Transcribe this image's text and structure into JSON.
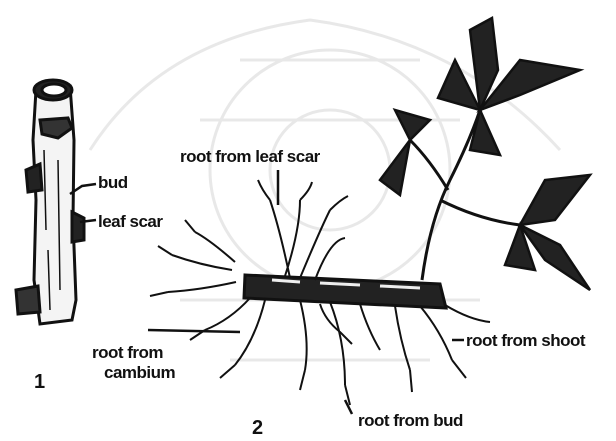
{
  "labels": {
    "bud": "bud",
    "leaf_scar": "leaf scar",
    "root_from_leaf_scar": "root from leaf scar",
    "root_from_cambium_line1": "root from",
    "root_from_cambium_line2": "cambium",
    "root_from_shoot": "root from shoot",
    "root_from_bud": "root from bud"
  },
  "figure_numbers": {
    "fig1": "1",
    "fig2": "2"
  }
}
